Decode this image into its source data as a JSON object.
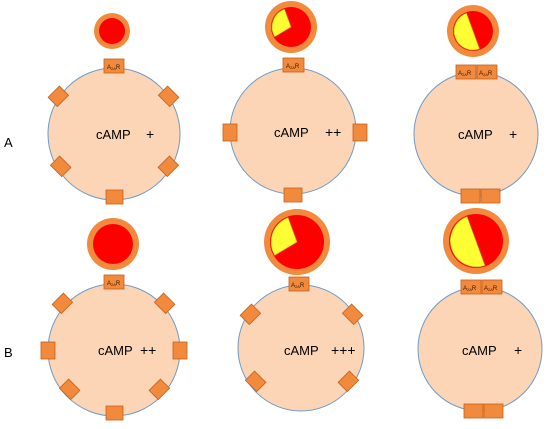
{
  "rows": [
    {
      "label": "A"
    },
    {
      "label": "B"
    }
  ],
  "cells": [
    {
      "id": "a1",
      "camp": "cAMP",
      "level": "+",
      "receptor": "A",
      "receptor_sub": "2A",
      "receptor_suffix": "R",
      "dimer": false,
      "fill_fraction": 0.0
    },
    {
      "id": "a2",
      "camp": "cAMP",
      "level": "++",
      "receptor": "A",
      "receptor_sub": "2A",
      "receptor_suffix": "R",
      "dimer": false,
      "fill_fraction": 0.28
    },
    {
      "id": "a3",
      "camp": "cAMP",
      "level": "+",
      "receptor": "A",
      "receptor_sub": "2A",
      "receptor_suffix": "R",
      "dimer": true,
      "fill_fraction": 0.5
    },
    {
      "id": "b1",
      "camp": "cAMP",
      "level": "++",
      "receptor": "A",
      "receptor_sub": "2A",
      "receptor_suffix": "R",
      "dimer": false,
      "fill_fraction": 0.0
    },
    {
      "id": "b2",
      "camp": "cAMP",
      "level": "+++",
      "receptor": "A",
      "receptor_sub": "2A",
      "receptor_suffix": "R",
      "dimer": false,
      "fill_fraction": 0.28
    },
    {
      "id": "b3",
      "camp": "cAMP",
      "level": "+",
      "receptor": "A",
      "receptor_sub": "2A",
      "receptor_suffix": "R",
      "dimer": true,
      "fill_fraction": 0.5
    }
  ],
  "colors": {
    "cell_fill": "#fbd5b5",
    "cell_stroke": "#6f9bc8",
    "receptor_fill": "#f18a3c",
    "receptor_stroke": "#c65f1b",
    "ligand_ring": "#f18a3c",
    "ligand_core": "#ff0000",
    "ligand_partial": "#ffff33"
  }
}
